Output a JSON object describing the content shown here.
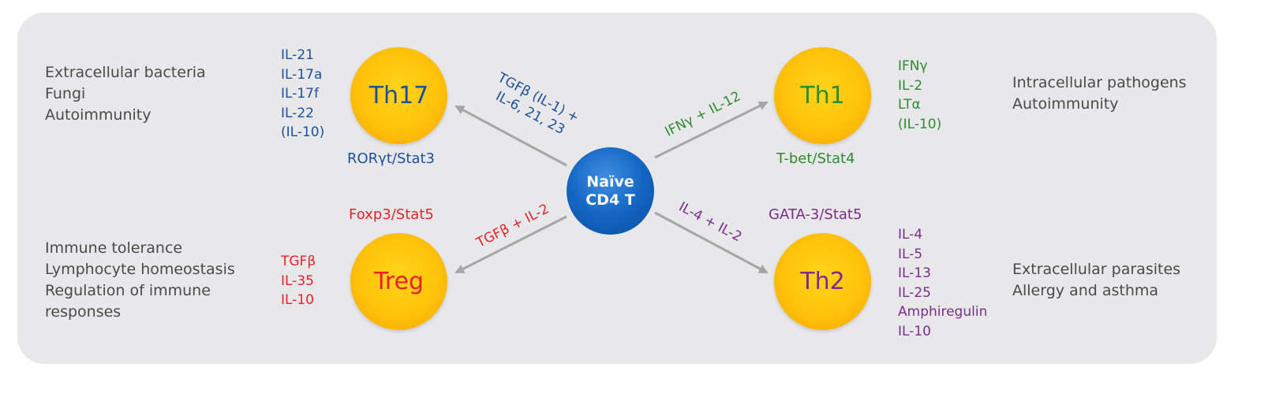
{
  "center": {
    "line1": "Naïve",
    "line2": "CD4 T"
  },
  "th17": {
    "label": "Th17",
    "factor": "RORγt/Stat3",
    "cytokines": [
      "IL-21",
      "IL-17a",
      "IL-17f",
      "IL-22",
      "(IL-10)"
    ],
    "functions": [
      "Extracellular bacteria",
      "Fungi",
      "Autoimmunity"
    ],
    "inducers": [
      "TGFβ (IL-1) +",
      "IL-6, 21, 23"
    ]
  },
  "th1": {
    "label": "Th1",
    "factor": "T-bet/Stat4",
    "cytokines": [
      "IFNγ",
      "IL-2",
      "LTα",
      "(IL-10)"
    ],
    "functions": [
      "Intracellular pathogens",
      "Autoimmunity"
    ],
    "inducers": [
      "IFNγ + IL-12"
    ]
  },
  "treg": {
    "label": "Treg",
    "factor": "Foxp3/Stat5",
    "cytokines": [
      "TGFβ",
      "IL-35",
      "IL-10"
    ],
    "functions": [
      "Immune tolerance",
      "Lymphocyte homeostasis",
      "Regulation of immune",
      "responses"
    ],
    "inducers": [
      "TGFβ + IL-2"
    ]
  },
  "th2": {
    "label": "Th2",
    "factor": "GATA-3/Stat5",
    "cytokines": [
      "IL-4",
      "IL-5",
      "IL-13",
      "IL-25",
      "Amphiregulin",
      "IL-10"
    ],
    "functions": [
      "Extracellular parasites",
      "Allergy and asthma"
    ],
    "inducers": [
      "IL-4 + IL-2"
    ]
  },
  "colors": {
    "th17": "#1c4f9c",
    "th1": "#2e8b2e",
    "treg": "#e8202a",
    "th2": "#7b2c8e",
    "arrow": "#a6a6a6",
    "panel": "#e8e8ea"
  }
}
